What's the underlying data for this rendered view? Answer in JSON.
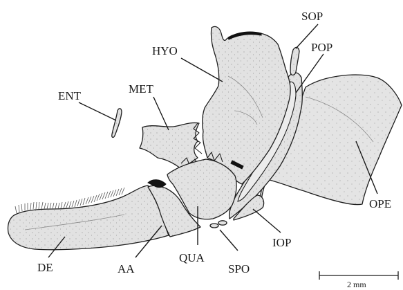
{
  "labels": {
    "sop": "SOP",
    "pop": "POP",
    "hyo": "HYO",
    "met": "MET",
    "ent": "ENT",
    "ope": "OPE",
    "iop": "IOP",
    "de": "DE",
    "aa": "AA",
    "qua": "QUA",
    "spo": "SPO"
  },
  "scale_bar": {
    "label": "2 mm"
  },
  "colors": {
    "bone_fill": "#e2e2e2",
    "outline": "#1e1e1e",
    "cartilage": "#111111"
  }
}
